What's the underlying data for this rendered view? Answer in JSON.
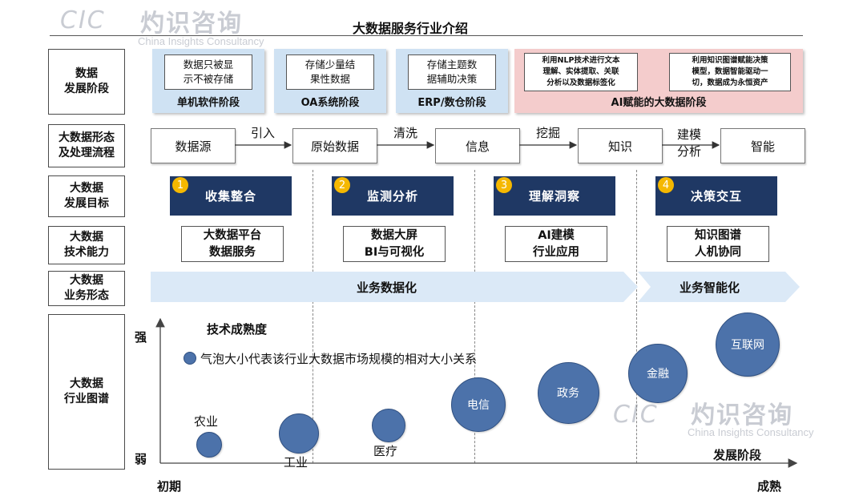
{
  "logo": {
    "cic": "CIC",
    "cn": "灼识咨询",
    "en": "China Insights Consultancy"
  },
  "title": "大数据服务行业介绍",
  "row_labels": [
    "数据\n发展阶段",
    "大数据形态\n及处理流程",
    "大数据\n发展目标",
    "大数据\n技术能力",
    "大数据\n业务形态",
    "大数据\n行业图谱"
  ],
  "stages": [
    {
      "text": "数据只被显\n示不被存储",
      "caption": "单机软件阶段"
    },
    {
      "text": "存储少量结\n果性数据",
      "caption": "OA系统阶段"
    },
    {
      "text": "存储主题数\n据辅助决策",
      "caption": "ERP/数仓阶段"
    }
  ],
  "ai_stage": {
    "text_left": "利用NLP技术进行文本\n理解、实体提取、关联\n分析以及数据标签化",
    "text_right": "利用知识图谱赋能决策\n模型，数据智能驱动一\n切，数据成为永恒资产",
    "caption": "AI赋能的大数据阶段"
  },
  "flow": {
    "boxes": [
      "数据源",
      "原始数据",
      "信息",
      "知识",
      "智能"
    ],
    "arrows": [
      "引入",
      "清洗",
      "挖掘",
      "建模\n分析"
    ]
  },
  "goals": [
    {
      "num": "1",
      "label": "收集整合"
    },
    {
      "num": "2",
      "label": "监测分析"
    },
    {
      "num": "3",
      "label": "理解洞察"
    },
    {
      "num": "4",
      "label": "决策交互"
    }
  ],
  "capabilities": [
    "大数据平台\n数据服务",
    "数据大屏\nBI与可视化",
    "AI建模\n行业应用",
    "知识图谱\n人机协同"
  ],
  "business": {
    "left": "业务数据化",
    "right": "业务智能化"
  },
  "chart": {
    "y_top": "强",
    "y_bottom": "弱",
    "x_left": "初期",
    "x_right": "成熟",
    "x_axis_title": "发展阶段",
    "y_axis_title": "技术成熟度",
    "legend": "气泡大小代表该行业大数据市场规模的相对大小关系"
  },
  "colors": {
    "navy": "#1f3864",
    "bubble": "#4c72aa",
    "stage_blue": "#cfe2f3",
    "stage_pink": "#f4cccc",
    "badge": "#f5b800",
    "arrow_band": "#dbe9f7"
  },
  "chart_data": {
    "type": "scatter",
    "x_label_start": "初期",
    "x_label_end": "成熟",
    "y_label_low": "弱",
    "y_label_high": "强",
    "points": [
      {
        "label": "农业",
        "x": 1,
        "y": 1,
        "size": 1
      },
      {
        "label": "工业",
        "x": 2,
        "y": 1.6,
        "size": 1.6
      },
      {
        "label": "医疗",
        "x": 3,
        "y": 2,
        "size": 1.35
      },
      {
        "label": "电信",
        "x": 4,
        "y": 3.1,
        "size": 2.2
      },
      {
        "label": "政务",
        "x": 5,
        "y": 3.7,
        "size": 2.5
      },
      {
        "label": "金融",
        "x": 6,
        "y": 4.7,
        "size": 2.4
      },
      {
        "label": "互联网",
        "x": 7,
        "y": 6.2,
        "size": 2.6
      }
    ]
  }
}
